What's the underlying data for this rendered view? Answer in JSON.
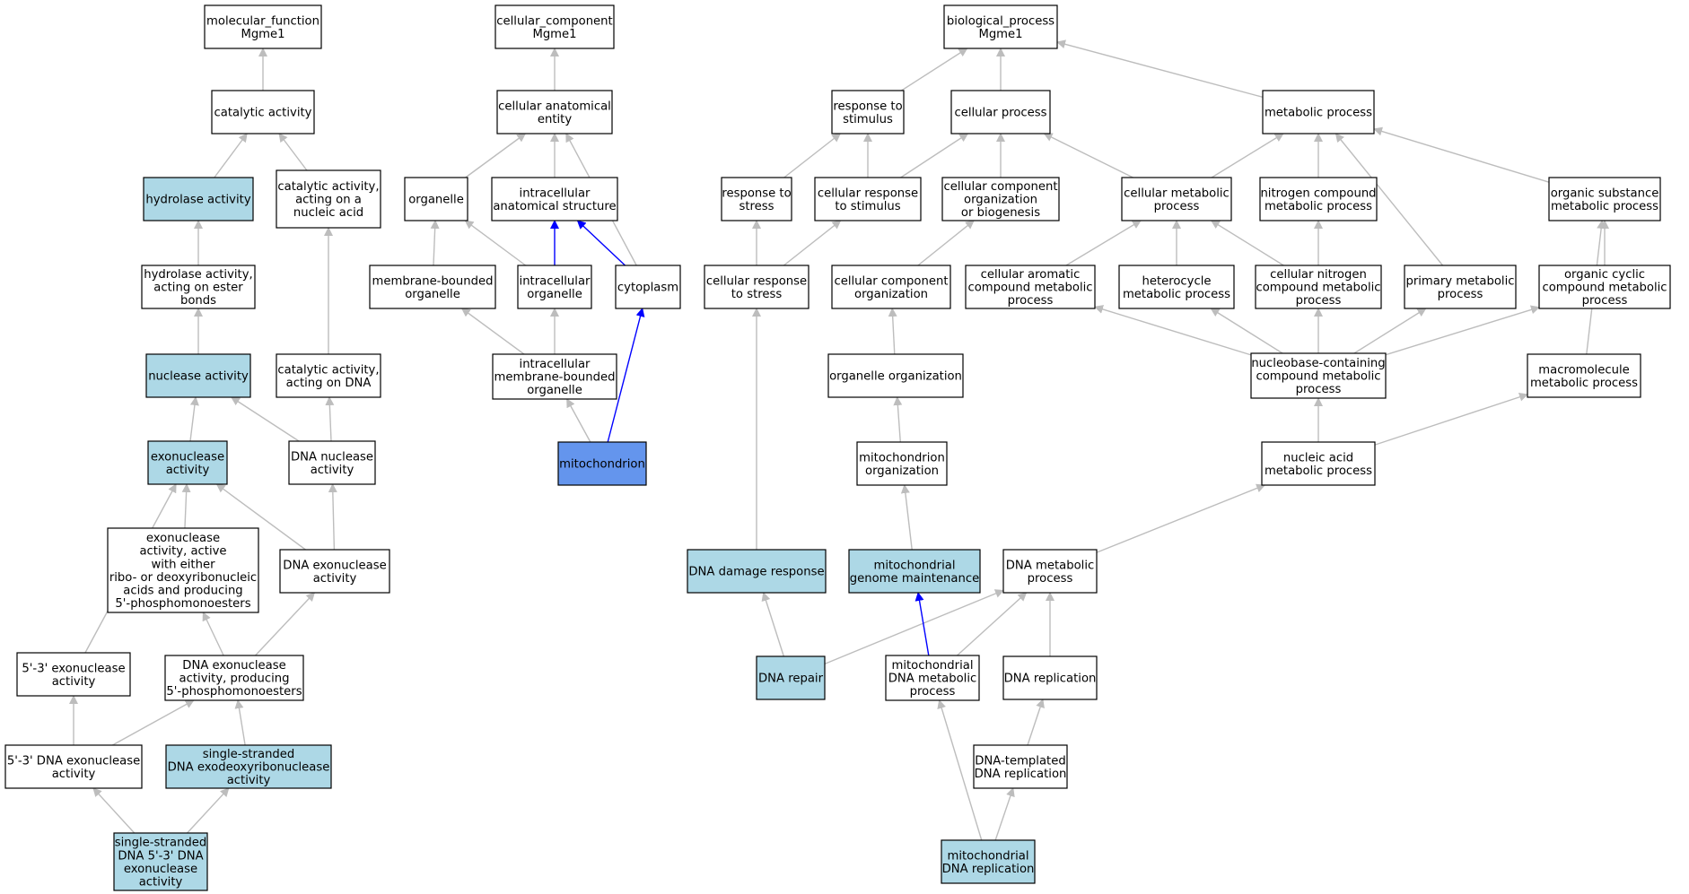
{
  "colors": {
    "annotated": "#add8e6",
    "highlight": "#6495ed",
    "plain": "#ffffff",
    "edge_default": "#bdbdbd",
    "edge_highlight": "#0000ff"
  },
  "nodes": [
    {
      "id": "mf_root",
      "label": "molecular_function\nMgme1",
      "style": "plain"
    },
    {
      "id": "catalytic",
      "label": "catalytic activity",
      "style": "plain"
    },
    {
      "id": "hydrolase",
      "label": "hydrolase activity",
      "style": "annotated"
    },
    {
      "id": "cat_nucleic",
      "label": "catalytic activity,\nacting on a\nnucleic acid",
      "style": "plain"
    },
    {
      "id": "hydro_ester",
      "label": "hydrolase activity,\nacting on ester\nbonds",
      "style": "plain"
    },
    {
      "id": "nuclease",
      "label": "nuclease activity",
      "style": "annotated"
    },
    {
      "id": "cat_dna",
      "label": "catalytic activity,\nacting on DNA",
      "style": "plain"
    },
    {
      "id": "exonuclease",
      "label": "exonuclease\nactivity",
      "style": "annotated"
    },
    {
      "id": "dna_nuclease",
      "label": "DNA nuclease\nactivity",
      "style": "plain"
    },
    {
      "id": "exo_ribo",
      "label": "exonuclease\nactivity, active\nwith either\nribo- or deoxyribonucleic\nacids and producing\n5'-phosphomonoesters",
      "style": "plain"
    },
    {
      "id": "dna_exo",
      "label": "DNA exonuclease\nactivity",
      "style": "plain"
    },
    {
      "id": "exo53",
      "label": "5'-3' exonuclease\nactivity",
      "style": "plain"
    },
    {
      "id": "dna_exo_prod",
      "label": "DNA exonuclease\nactivity, producing\n5'-phosphomonoesters",
      "style": "plain"
    },
    {
      "id": "dna_exo53",
      "label": "5'-3' DNA exonuclease\nactivity",
      "style": "plain"
    },
    {
      "id": "ss_exo",
      "label": "single-stranded\nDNA exodeoxyribonuclease\nactivity",
      "style": "annotated"
    },
    {
      "id": "ss_53",
      "label": "single-stranded\nDNA 5'-3' DNA\nexonuclease\nactivity",
      "style": "annotated"
    },
    {
      "id": "cc_root",
      "label": "cellular_component\nMgme1",
      "style": "plain"
    },
    {
      "id": "cae",
      "label": "cellular anatomical\nentity",
      "style": "plain"
    },
    {
      "id": "organelle",
      "label": "organelle",
      "style": "plain"
    },
    {
      "id": "ias",
      "label": "intracellular\nanatomical structure",
      "style": "plain"
    },
    {
      "id": "mbo",
      "label": "membrane-bounded\norganelle",
      "style": "plain"
    },
    {
      "id": "io",
      "label": "intracellular\norganelle",
      "style": "plain"
    },
    {
      "id": "cytoplasm",
      "label": "cytoplasm",
      "style": "plain"
    },
    {
      "id": "imbo",
      "label": "intracellular\nmembrane-bounded\norganelle",
      "style": "plain"
    },
    {
      "id": "mito",
      "label": "mitochondrion",
      "style": "highlight"
    },
    {
      "id": "bp_root",
      "label": "biological_process\nMgme1",
      "style": "plain"
    },
    {
      "id": "resp_stim",
      "label": "response to\nstimulus",
      "style": "plain"
    },
    {
      "id": "cell_proc",
      "label": "cellular process",
      "style": "plain"
    },
    {
      "id": "met_proc",
      "label": "metabolic process",
      "style": "plain"
    },
    {
      "id": "resp_stress",
      "label": "response to\nstress",
      "style": "plain"
    },
    {
      "id": "cell_resp_stim",
      "label": "cellular response\nto stimulus",
      "style": "plain"
    },
    {
      "id": "ccob",
      "label": "cellular component\norganization\nor biogenesis",
      "style": "plain"
    },
    {
      "id": "cell_met",
      "label": "cellular metabolic\nprocess",
      "style": "plain"
    },
    {
      "id": "nit_comp",
      "label": "nitrogen compound\nmetabolic process",
      "style": "plain"
    },
    {
      "id": "org_sub",
      "label": "organic substance\nmetabolic process",
      "style": "plain"
    },
    {
      "id": "cell_resp_stress",
      "label": "cellular response\nto stress",
      "style": "plain"
    },
    {
      "id": "cco",
      "label": "cellular component\norganization",
      "style": "plain"
    },
    {
      "id": "cell_arom",
      "label": "cellular aromatic\ncompound metabolic\nprocess",
      "style": "plain"
    },
    {
      "id": "hetero",
      "label": "heterocycle\nmetabolic process",
      "style": "plain"
    },
    {
      "id": "cell_nit",
      "label": "cellular nitrogen\ncompound metabolic\nprocess",
      "style": "plain"
    },
    {
      "id": "prim_met",
      "label": "primary metabolic\nprocess",
      "style": "plain"
    },
    {
      "id": "org_cyc",
      "label": "organic cyclic\ncompound metabolic\nprocess",
      "style": "plain"
    },
    {
      "id": "org_org",
      "label": "organelle organization",
      "style": "plain"
    },
    {
      "id": "nucleobase",
      "label": "nucleobase-containing\ncompound metabolic\nprocess",
      "style": "plain"
    },
    {
      "id": "macro",
      "label": "macromolecule\nmetabolic process",
      "style": "plain"
    },
    {
      "id": "mito_org",
      "label": "mitochondrion\norganization",
      "style": "plain"
    },
    {
      "id": "nuc_acid",
      "label": "nucleic acid\nmetabolic process",
      "style": "plain"
    },
    {
      "id": "dna_damage",
      "label": "DNA damage response",
      "style": "annotated"
    },
    {
      "id": "mito_genome",
      "label": "mitochondrial\ngenome maintenance",
      "style": "annotated"
    },
    {
      "id": "dna_met",
      "label": "DNA metabolic\nprocess",
      "style": "plain"
    },
    {
      "id": "dna_repair",
      "label": "DNA repair",
      "style": "annotated"
    },
    {
      "id": "mito_dna_met",
      "label": "mitochondrial\nDNA metabolic\nprocess",
      "style": "plain"
    },
    {
      "id": "dna_rep",
      "label": "DNA replication",
      "style": "plain"
    },
    {
      "id": "dna_templ",
      "label": "DNA-templated\nDNA replication",
      "style": "plain"
    },
    {
      "id": "mito_dna_rep",
      "label": "mitochondrial\nDNA replication",
      "style": "annotated"
    }
  ],
  "edges": [
    {
      "from": "catalytic",
      "to": "mf_root"
    },
    {
      "from": "hydrolase",
      "to": "catalytic"
    },
    {
      "from": "cat_nucleic",
      "to": "catalytic"
    },
    {
      "from": "hydro_ester",
      "to": "hydrolase"
    },
    {
      "from": "nuclease",
      "to": "hydro_ester"
    },
    {
      "from": "cat_dna",
      "to": "cat_nucleic"
    },
    {
      "from": "exonuclease",
      "to": "nuclease"
    },
    {
      "from": "dna_nuclease",
      "to": "nuclease"
    },
    {
      "from": "dna_nuclease",
      "to": "cat_dna"
    },
    {
      "from": "exo_ribo",
      "to": "exonuclease"
    },
    {
      "from": "dna_exo",
      "to": "exonuclease"
    },
    {
      "from": "dna_exo",
      "to": "dna_nuclease"
    },
    {
      "from": "exo53",
      "to": "exonuclease"
    },
    {
      "from": "dna_exo_prod",
      "to": "exo_ribo"
    },
    {
      "from": "dna_exo_prod",
      "to": "dna_exo"
    },
    {
      "from": "dna_exo53",
      "to": "exo53"
    },
    {
      "from": "dna_exo53",
      "to": "dna_exo_prod"
    },
    {
      "from": "ss_exo",
      "to": "dna_exo_prod"
    },
    {
      "from": "ss_53",
      "to": "dna_exo53"
    },
    {
      "from": "ss_53",
      "to": "ss_exo"
    },
    {
      "from": "cae",
      "to": "cc_root"
    },
    {
      "from": "organelle",
      "to": "cae"
    },
    {
      "from": "ias",
      "to": "cae"
    },
    {
      "from": "cytoplasm",
      "to": "cae"
    },
    {
      "from": "mbo",
      "to": "organelle"
    },
    {
      "from": "io",
      "to": "organelle"
    },
    {
      "from": "io",
      "to": "ias",
      "highlight": true
    },
    {
      "from": "cytoplasm",
      "to": "ias",
      "highlight": true
    },
    {
      "from": "imbo",
      "to": "mbo"
    },
    {
      "from": "imbo",
      "to": "io"
    },
    {
      "from": "mito",
      "to": "imbo"
    },
    {
      "from": "mito",
      "to": "cytoplasm",
      "highlight": true
    },
    {
      "from": "resp_stim",
      "to": "bp_root"
    },
    {
      "from": "cell_proc",
      "to": "bp_root"
    },
    {
      "from": "met_proc",
      "to": "bp_root"
    },
    {
      "from": "resp_stress",
      "to": "resp_stim"
    },
    {
      "from": "cell_resp_stim",
      "to": "resp_stim"
    },
    {
      "from": "cell_resp_stim",
      "to": "cell_proc"
    },
    {
      "from": "ccob",
      "to": "cell_proc"
    },
    {
      "from": "cell_met",
      "to": "cell_proc"
    },
    {
      "from": "cell_met",
      "to": "met_proc"
    },
    {
      "from": "nit_comp",
      "to": "met_proc"
    },
    {
      "from": "prim_met",
      "to": "met_proc"
    },
    {
      "from": "org_sub",
      "to": "met_proc"
    },
    {
      "from": "cell_resp_stress",
      "to": "resp_stress"
    },
    {
      "from": "cell_resp_stress",
      "to": "cell_resp_stim"
    },
    {
      "from": "cco",
      "to": "ccob"
    },
    {
      "from": "cell_arom",
      "to": "cell_met"
    },
    {
      "from": "hetero",
      "to": "cell_met"
    },
    {
      "from": "cell_nit",
      "to": "cell_met"
    },
    {
      "from": "cell_nit",
      "to": "nit_comp"
    },
    {
      "from": "org_cyc",
      "to": "org_sub"
    },
    {
      "from": "macro",
      "to": "org_sub"
    },
    {
      "from": "nucleobase",
      "to": "cell_arom"
    },
    {
      "from": "nucleobase",
      "to": "hetero"
    },
    {
      "from": "nucleobase",
      "to": "cell_nit"
    },
    {
      "from": "nucleobase",
      "to": "prim_met"
    },
    {
      "from": "nucleobase",
      "to": "org_cyc"
    },
    {
      "from": "org_org",
      "to": "cco"
    },
    {
      "from": "mito_org",
      "to": "org_org"
    },
    {
      "from": "nuc_acid",
      "to": "nucleobase"
    },
    {
      "from": "nuc_acid",
      "to": "macro"
    },
    {
      "from": "dna_damage",
      "to": "cell_resp_stress"
    },
    {
      "from": "mito_genome",
      "to": "mito_org"
    },
    {
      "from": "dna_met",
      "to": "nuc_acid"
    },
    {
      "from": "dna_repair",
      "to": "dna_damage"
    },
    {
      "from": "dna_repair",
      "to": "dna_met"
    },
    {
      "from": "mito_dna_met",
      "to": "mito_genome",
      "highlight": true
    },
    {
      "from": "mito_dna_met",
      "to": "dna_met"
    },
    {
      "from": "dna_rep",
      "to": "dna_met"
    },
    {
      "from": "dna_templ",
      "to": "dna_rep"
    },
    {
      "from": "mito_dna_rep",
      "to": "mito_dna_met"
    },
    {
      "from": "mito_dna_rep",
      "to": "dna_templ"
    }
  ]
}
